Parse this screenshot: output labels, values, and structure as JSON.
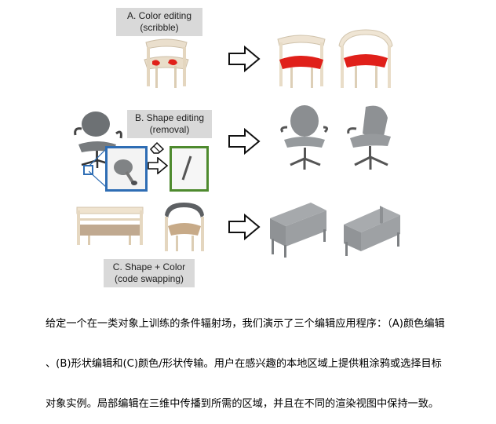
{
  "figure": {
    "row_a": {
      "label_line1": "A. Color editing",
      "label_line2": "(scribble)"
    },
    "row_b": {
      "label_line1": "B. Shape editing",
      "label_line2": "(removal)"
    },
    "row_c": {
      "label_line1": "C. Shape + Color",
      "label_line2": "(code swapping)"
    }
  },
  "caption": {
    "line1": "给定一个在一类对象上训练的条件辐射场，我们演示了三个编辑应用程序：（A)颜色编辑",
    "line2": "、(B)形状编辑和(C)颜色/形状传输。用户在感兴趣的本地区域上提供粗涂鸦或选择目标",
    "line3": "对象实例。局部编辑在三维中传播到所需的区域，并且在不同的渲染视图中保持一致。"
  },
  "colors": {
    "label_bg": "#d9d9d9",
    "scribble_red": "#e0201a",
    "zoom_blue": "#2e6db4",
    "zoom_green": "#4e8a2e"
  }
}
